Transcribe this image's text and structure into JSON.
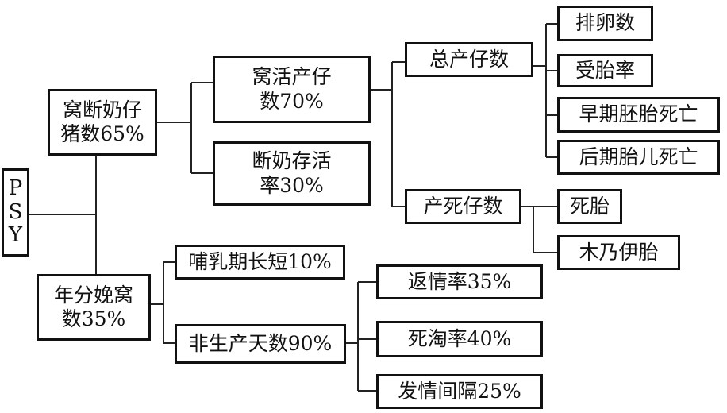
{
  "root": {
    "label": "P\nS\nY"
  },
  "branches": {
    "weaned_piglets": {
      "label": "窝断奶仔\n猪数65%"
    },
    "live_born": {
      "label": "窝活产仔\n数70%"
    },
    "weaning_survival": {
      "label": "断奶存活\n率30%"
    },
    "total_born": {
      "label": "总产仔数"
    },
    "ovulation": {
      "label": "排卵数"
    },
    "conception": {
      "label": "受胎率"
    },
    "early_embryo_death": {
      "label": "早期胚胎死亡"
    },
    "late_fetal_death": {
      "label": "后期胎儿死亡"
    },
    "stillborn_total": {
      "label": "产死仔数"
    },
    "stillbirth": {
      "label": "死胎"
    },
    "mummified": {
      "label": "木乃伊胎"
    },
    "litters_per_year": {
      "label": "年分娩窝\n数35%"
    },
    "lactation_length": {
      "label": "哺乳期长短10%"
    },
    "nonproductive_days": {
      "label": "非生产天数90%"
    },
    "return_to_estrus": {
      "label": "返情率35%"
    },
    "culling_rate": {
      "label": "死淘率40%"
    },
    "estrus_interval": {
      "label": "发情间隔25%"
    }
  }
}
